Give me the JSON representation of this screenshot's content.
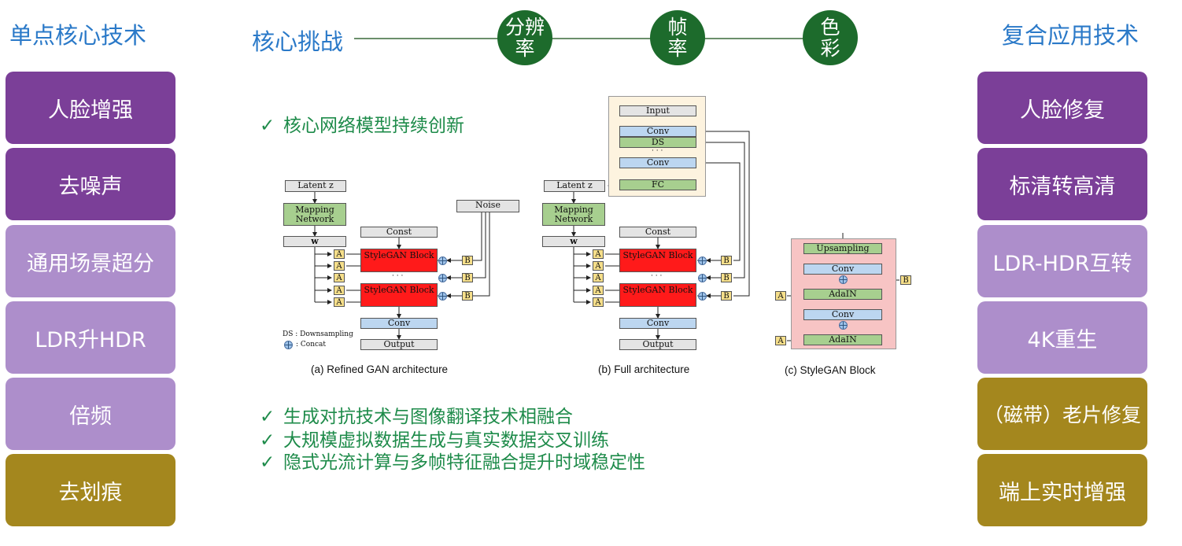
{
  "left": {
    "title": "单点核心技术",
    "items": [
      {
        "label": "人脸增强",
        "color": "#7b3f98"
      },
      {
        "label": "去噪声",
        "color": "#7b3f98"
      },
      {
        "label": "通用场景超分",
        "color": "#ad8ecb"
      },
      {
        "label": "LDR升HDR",
        "color": "#ad8ecb"
      },
      {
        "label": "倍频",
        "color": "#ad8ecb"
      },
      {
        "label": "去划痕",
        "color": "#a4871e"
      }
    ]
  },
  "right": {
    "title": "复合应用技术",
    "items": [
      {
        "label": "人脸修复",
        "color": "#7b3f98"
      },
      {
        "label": "标清转高清",
        "color": "#7b3f98"
      },
      {
        "label": "LDR-HDR互转",
        "color": "#ad8ecb"
      },
      {
        "label": "4K重生",
        "color": "#ad8ecb"
      },
      {
        "label": "（磁带）老片修复",
        "color": "#a4871e"
      },
      {
        "label": "端上实时增强",
        "color": "#a4871e"
      }
    ]
  },
  "challenges": {
    "title": "核心挑战",
    "items": [
      {
        "line1": "分辨",
        "line2": "率"
      },
      {
        "line1": "帧",
        "line2": "率"
      },
      {
        "line1": "色",
        "line2": "彩"
      }
    ]
  },
  "bullets": {
    "check": "✓",
    "top": "核心网络模型持续创新",
    "bottom": [
      "生成对抗技术与图像翻译技术相融合",
      "大规模虚拟数据生成与真实数据交叉训练",
      "隐式光流计算与多帧特征融合提升时域稳定性"
    ]
  },
  "diagram": {
    "latent": "Latent z",
    "mapping": "Mapping Network",
    "w": "w",
    "noise": "Noise",
    "const": "Const",
    "block": "StyleGAN Block",
    "dots": "· · ·",
    "conv": "Conv",
    "output": "Output",
    "a": "A",
    "b": "B",
    "input": "Input",
    "ds": "DS",
    "fc": "FC",
    "upsampling": "Upsampling",
    "adain": "AdaIN",
    "legend_ds": "DS : Downsampling",
    "legend_concat": ": Concat",
    "caption_a": "(a) Refined GAN architecture",
    "caption_b": "(b) Full architecture",
    "caption_c": "(c) StyleGAN Block"
  }
}
